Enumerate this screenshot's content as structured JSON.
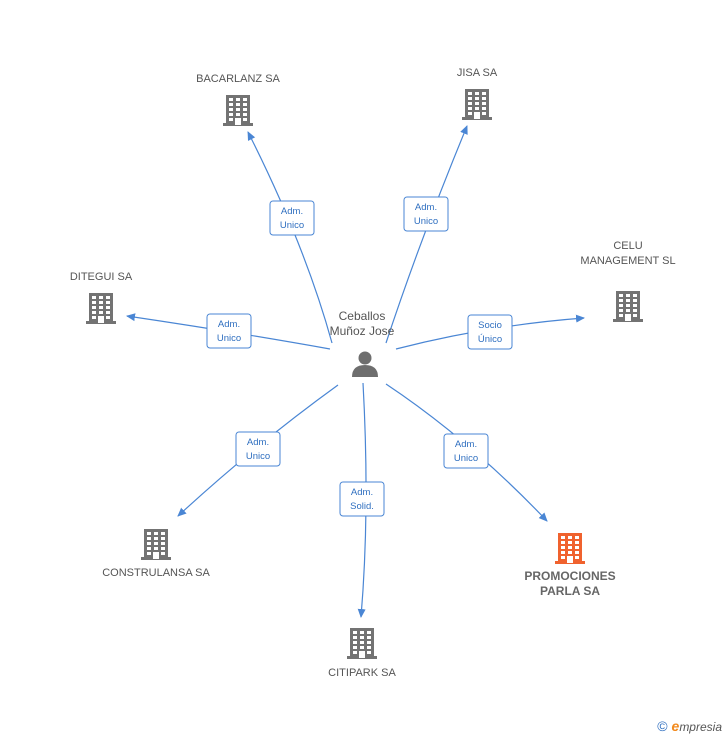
{
  "person": {
    "name_line1": "Ceballos",
    "name_line2": "Muñoz Jose"
  },
  "companies": [
    {
      "id": "bacarlanz",
      "lines": [
        "BACARLANZ SA"
      ],
      "highlight": false
    },
    {
      "id": "jisa",
      "lines": [
        "JISA SA"
      ],
      "highlight": false
    },
    {
      "id": "celu",
      "lines": [
        "CELU",
        "MANAGEMENT SL"
      ],
      "highlight": false
    },
    {
      "id": "ditegui",
      "lines": [
        "DITEGUI SA"
      ],
      "highlight": false
    },
    {
      "id": "construlansa",
      "lines": [
        "CONSTRULANSA SA"
      ],
      "highlight": false
    },
    {
      "id": "citipark",
      "lines": [
        "CITIPARK SA"
      ],
      "highlight": false
    },
    {
      "id": "promociones",
      "lines": [
        "PROMOCIONES",
        "PARLA SA"
      ],
      "highlight": true
    }
  ],
  "relations": [
    {
      "to": "bacarlanz",
      "lines": [
        "Adm.",
        "Unico"
      ]
    },
    {
      "to": "jisa",
      "lines": [
        "Adm.",
        "Unico"
      ]
    },
    {
      "to": "celu",
      "lines": [
        "Socio",
        "Único"
      ]
    },
    {
      "to": "ditegui",
      "lines": [
        "Adm.",
        "Unico"
      ]
    },
    {
      "to": "construlansa",
      "lines": [
        "Adm.",
        "Unico"
      ]
    },
    {
      "to": "citipark",
      "lines": [
        "Adm.",
        "Solid."
      ]
    },
    {
      "to": "promociones",
      "lines": [
        "Adm.",
        "Unico"
      ]
    }
  ],
  "colors": {
    "edge": "#4a86d4",
    "building": "#737373",
    "building_highlight": "#f0622e"
  },
  "icons": {
    "person": "person-icon",
    "company": "building-icon"
  },
  "footer": {
    "copyright": "©",
    "brand_initial": "e",
    "brand_rest": "mpresia"
  }
}
